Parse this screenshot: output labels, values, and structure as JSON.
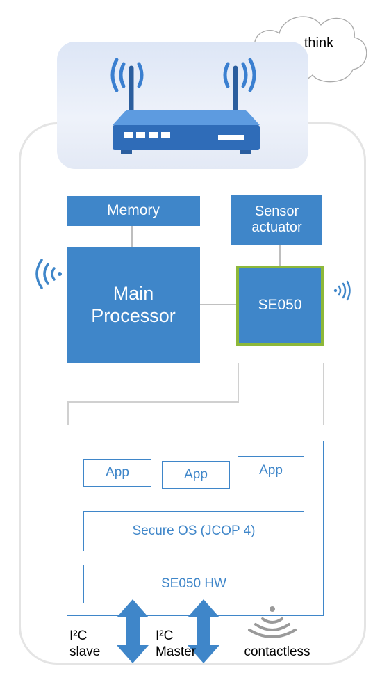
{
  "cloud": {
    "label": "think"
  },
  "blocks": {
    "memory": "Memory",
    "sensor_line1": "Sensor",
    "sensor_line2": "actuator",
    "main_line1": "Main",
    "main_line2": "Processor",
    "se050": "SE050"
  },
  "stack": {
    "apps": [
      "App",
      "App",
      "App"
    ],
    "os": "Secure OS (JCOP 4)",
    "hw": "SE050 HW"
  },
  "interfaces": {
    "i2c_slave_line1": "I²C",
    "i2c_slave_line2": "slave",
    "i2c_master_line1": "I²C",
    "i2c_master_line2": "Master",
    "contactless": "contactless"
  },
  "colors": {
    "block_blue": "#3f86c9",
    "se050_border": "#8db83a",
    "outline_gray": "#dddddd",
    "router_blue": "#3a7fd0"
  }
}
